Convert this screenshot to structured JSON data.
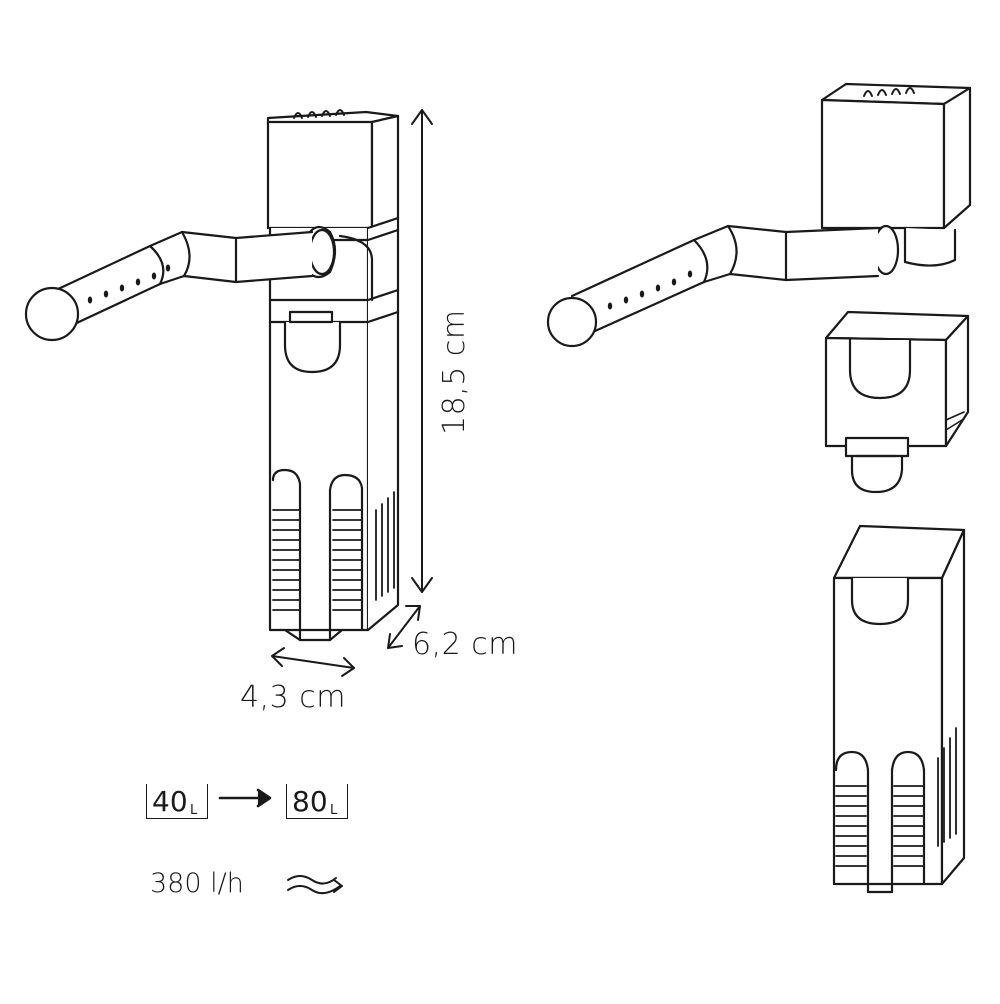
{
  "dimensions": {
    "height": "18,5 cm",
    "depth": "6,2 cm",
    "width": "4,3 cm"
  },
  "aquarium_volume": {
    "min_value": "40",
    "min_unit": "L",
    "max_value": "80",
    "max_unit": "L"
  },
  "flow_rate": "380 l/h",
  "colors": {
    "line": "#1a1a1a",
    "background": "#ffffff"
  }
}
